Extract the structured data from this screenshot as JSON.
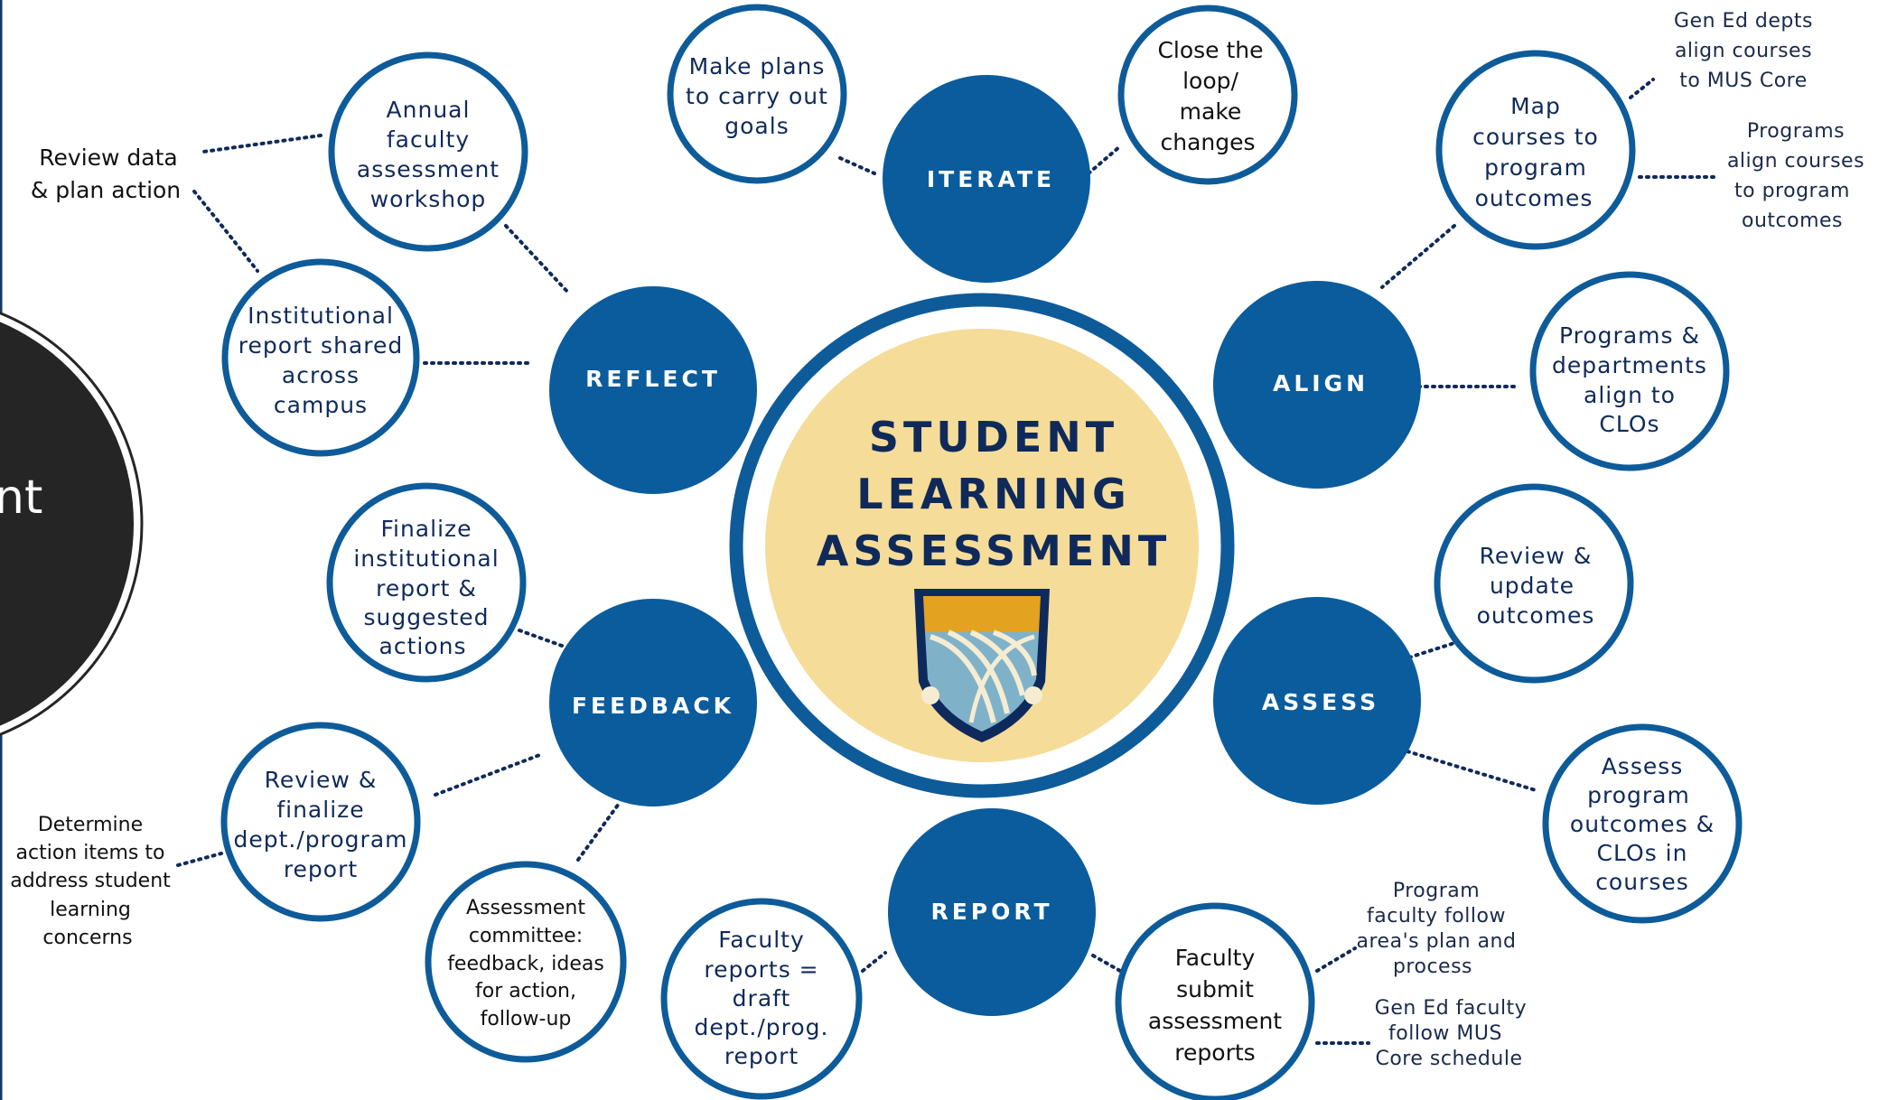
{
  "center": {
    "title_lines": [
      "STUDENT",
      "LEARNING",
      "ASSESSMENT"
    ],
    "emblem": "university-shield-logo"
  },
  "hubs": {
    "iterate": "ITERATE",
    "reflect": "REFLECT",
    "align": "ALIGN",
    "assess": "ASSESS",
    "feedback": "FEEDBACK",
    "report": "REPORT"
  },
  "satellites": {
    "make_plans": [
      "Make plans",
      "to carry out",
      "goals"
    ],
    "close_loop": [
      "Close the",
      "loop/",
      "make",
      "changes"
    ],
    "annual_workshop": [
      "Annual",
      "faculty",
      "assessment",
      "workshop"
    ],
    "institutional_report": [
      "Institutional",
      "report shared",
      "across",
      "campus"
    ],
    "map_courses": [
      "Map",
      "courses to",
      "program",
      "outcomes"
    ],
    "programs_clos": [
      "Programs &",
      "departments",
      "align to",
      "CLOs"
    ],
    "review_update": [
      "Review &",
      "update",
      "outcomes"
    ],
    "assess_program": [
      "Assess",
      "program",
      "outcomes &",
      "CLOs in",
      "courses"
    ],
    "finalize_report": [
      "Finalize",
      "institutional",
      "report &",
      "suggested",
      "actions"
    ],
    "review_finalize": [
      "Review &",
      "finalize",
      "dept./program",
      "report"
    ],
    "committee": [
      "Assessment",
      "committee:",
      "feedback, ideas",
      "for action,",
      "follow-up"
    ],
    "faculty_reports": [
      "Faculty",
      "reports =",
      "draft",
      "dept./prog.",
      "report"
    ],
    "faculty_submit": [
      "Faculty",
      "submit",
      "assessment",
      "reports"
    ]
  },
  "side_notes": {
    "review_data": [
      "Review data",
      "&  plan action"
    ],
    "determine_items": [
      "Determine",
      "action items to",
      "address student",
      "learning",
      "concerns"
    ],
    "gened_depts": [
      "Gen Ed depts",
      "align courses",
      "to MUS Core"
    ],
    "programs_align": [
      "Programs",
      "align courses",
      "to program",
      "outcomes"
    ],
    "program_faculty": [
      "Program",
      "faculty follow",
      "area's plan and",
      "process"
    ],
    "gened_faculty": [
      "Gen Ed faculty",
      "follow MUS",
      "Core schedule"
    ]
  },
  "partial_overlay": {
    "text": "nt"
  },
  "colors": {
    "hub": "#0b5c9c",
    "ring": "#0e5b9a",
    "center_fill": "#f5dc98",
    "text_navy": "#0f2a5a",
    "overlay": "#252525"
  }
}
